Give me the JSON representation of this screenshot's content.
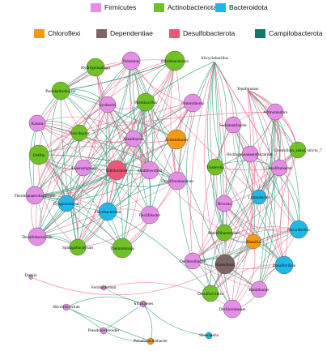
{
  "legend": [
    {
      "id": "firm",
      "label": "Firmicutes",
      "color": "#e58ee8"
    },
    {
      "id": "act",
      "label": "Actinobacteriota",
      "color": "#6fc224"
    },
    {
      "id": "bac",
      "label": "Bacteroidota",
      "color": "#1fb8e8"
    },
    {
      "id": "chl",
      "label": "Chloroflexi",
      "color": "#f39a12"
    },
    {
      "id": "dep",
      "label": "Dependentiae",
      "color": "#7d6662"
    },
    {
      "id": "des",
      "label": "Desulfobacterota",
      "color": "#ee5579"
    },
    {
      "id": "cam",
      "label": "Campilobacterota",
      "color": "#0d7a68"
    }
  ],
  "edge_colors": {
    "positive": "#e8688c",
    "negative": "#2a9a74"
  },
  "nodes": [
    {
      "id": "n1",
      "label": "Pelosinus",
      "phylum": "firm"
    },
    {
      "id": "n2",
      "label": "Bifidobacterium",
      "phylum": "act"
    },
    {
      "id": "n3",
      "label": "Hydrogenophaga",
      "phylum": "act"
    },
    {
      "id": "n4",
      "label": "Pseudarthrobacter",
      "phylum": "act"
    },
    {
      "id": "n5",
      "label": "Ilyobacter",
      "phylum": "firm"
    },
    {
      "id": "n6",
      "label": "Paenibacillus",
      "phylum": "act"
    },
    {
      "id": "n7",
      "label": "Proteiniborus",
      "phylum": "firm"
    },
    {
      "id": "n8",
      "label": "Kaistia",
      "phylum": "firm"
    },
    {
      "id": "n9",
      "label": "Turicibacter",
      "phylum": "act"
    },
    {
      "id": "n10",
      "label": "Alkalibacter",
      "phylum": "firm"
    },
    {
      "id": "n11",
      "label": "Acinetobacter",
      "phylum": "chl"
    },
    {
      "id": "n12",
      "label": "Delftia",
      "phylum": "act"
    },
    {
      "id": "n13",
      "label": "Anaerostignum",
      "phylum": "firm"
    },
    {
      "id": "n14",
      "label": "Bdellovibrio",
      "phylum": "des"
    },
    {
      "id": "n15",
      "label": "Shuttleworthia",
      "phylum": "firm"
    },
    {
      "id": "n16",
      "label": "Desulfotomaculum",
      "phylum": "firm"
    },
    {
      "id": "n17",
      "label": "Thermoanaerobacterium",
      "phylum": "firm"
    },
    {
      "id": "n18",
      "label": "Dysgonomonas",
      "phylum": "bac"
    },
    {
      "id": "n19",
      "label": "Flavobacterium",
      "phylum": "bac"
    },
    {
      "id": "n20",
      "label": "Oscillibacter",
      "phylum": "firm"
    },
    {
      "id": "n21",
      "label": "Desulfobacterium",
      "phylum": "firm"
    },
    {
      "id": "n22",
      "label": "Sphingobacterium",
      "phylum": "act"
    },
    {
      "id": "n23",
      "label": "Thermomonas",
      "phylum": "act"
    },
    {
      "id": "n24",
      "label": "Alicyclobacillus",
      "phylum": "firm"
    },
    {
      "id": "n25",
      "label": "Tepidimonas",
      "phylum": "firm"
    },
    {
      "id": "n26",
      "label": "Actinomadura",
      "phylum": "firm"
    },
    {
      "id": "n27",
      "label": "Sedimentibacter",
      "phylum": "firm"
    },
    {
      "id": "n28",
      "label": "Hydrogenoanaerobacterium",
      "phylum": "firm"
    },
    {
      "id": "n29",
      "label": "Clostridium_sensu_stricto_7",
      "phylum": "act"
    },
    {
      "id": "n30",
      "label": "Tissierella",
      "phylum": "act"
    },
    {
      "id": "n31",
      "label": "Desulfitobacter",
      "phylum": "firm"
    },
    {
      "id": "n32",
      "label": "Devosia",
      "phylum": "firm"
    },
    {
      "id": "n33",
      "label": "Limnobacter",
      "phylum": "bac"
    },
    {
      "id": "n34",
      "label": "Macellibacteroides",
      "phylum": "act"
    },
    {
      "id": "n35",
      "label": "Nocardioides",
      "phylum": "bac"
    },
    {
      "id": "n36",
      "label": "Massilia",
      "phylum": "chl"
    },
    {
      "id": "n37",
      "label": "Dechlorobacter",
      "phylum": "firm"
    },
    {
      "id": "n38",
      "label": "Rhodoferax",
      "phylum": "dep"
    },
    {
      "id": "n39",
      "label": "Desulfovibrio",
      "phylum": "bac"
    },
    {
      "id": "n40",
      "label": "Desulfurivibrio",
      "phylum": "act"
    },
    {
      "id": "n41",
      "label": "Ramlibacter",
      "phylum": "firm"
    },
    {
      "id": "n42",
      "label": "Dechloromonas",
      "phylum": "firm"
    },
    {
      "id": "n43",
      "label": "Dietzia",
      "phylum": "firm"
    },
    {
      "id": "n44",
      "label": "Ferribacterium",
      "phylum": "firm"
    },
    {
      "id": "n45",
      "label": "Microbacterium",
      "phylum": "firm"
    },
    {
      "id": "n46",
      "label": "Alcaligenes",
      "phylum": "firm"
    },
    {
      "id": "n47",
      "label": "Pseudobacteroides",
      "phylum": "firm"
    },
    {
      "id": "n48",
      "label": "Pseudoxanthobacter",
      "phylum": "chl"
    },
    {
      "id": "n49",
      "label": "Shewanella",
      "phylum": "bac"
    }
  ]
}
